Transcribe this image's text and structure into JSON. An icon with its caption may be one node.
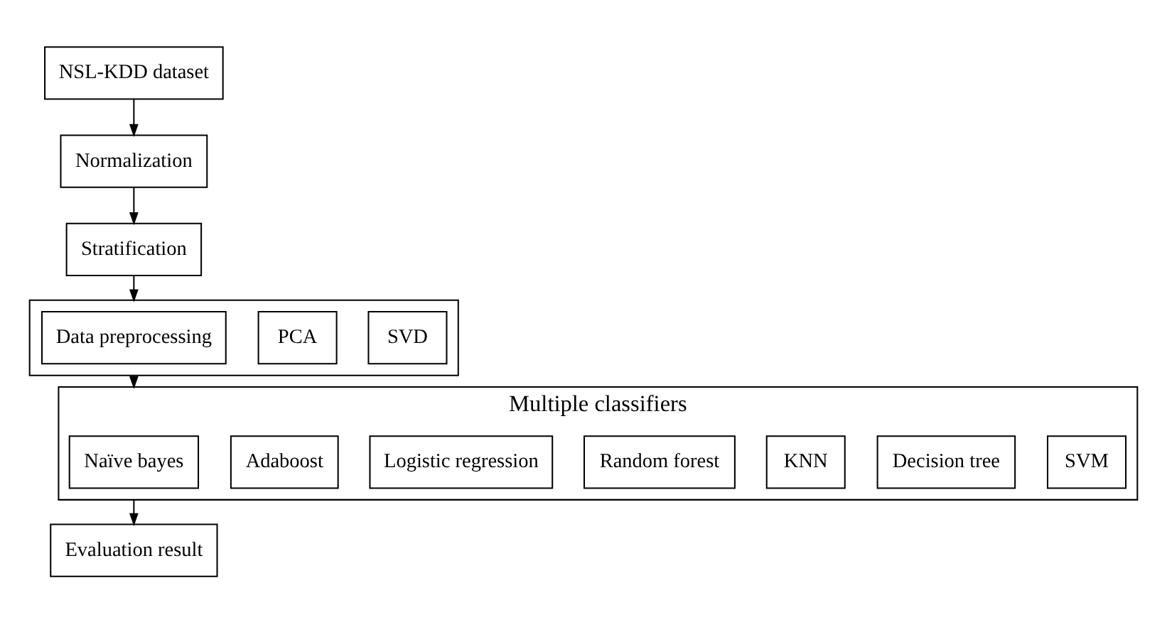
{
  "diagram": {
    "nodes": [
      {
        "text": [
          "NSL-KDD dataset"
        ]
      },
      {
        "text": [
          "Normalization"
        ]
      },
      {
        "text": [
          "Stratification"
        ]
      },
      {
        "text": [],
        "shape": "box"
      },
      {
        "text": [
          "Data preprocessing"
        ],
        "in": 3
      },
      {
        "text": [
          "PCA"
        ],
        "in": 3
      },
      {
        "text": [
          "SVD"
        ],
        "in": 3
      },
      {
        "text": [
          "Multiple classifiers"
        ]
      },
      {
        "text": [
          "Naïve bayes"
        ],
        "in": 7
      },
      {
        "text": [
          "Adaboost"
        ],
        "in": 7
      },
      {
        "text": [
          "Logistic regression"
        ],
        "in": 7
      },
      {
        "text": [
          "Random forest"
        ],
        "in": 7
      },
      {
        "text": [
          "KNN"
        ],
        "in": 7
      },
      {
        "text": [
          "Decision tree"
        ],
        "in": 7
      },
      {
        "text": [
          "SVM"
        ],
        "in": 7
      },
      {
        "text": [
          "Evaluation result"
        ]
      }
    ],
    "edges": [
      {
        "from": 0,
        "to": 1,
        "arrow": "to"
      },
      {
        "from": 1,
        "to": 2,
        "arrow": "to"
      },
      {
        "from": 2,
        "to": 3,
        "arrow": "to"
      },
      {
        "from": 3,
        "to": 7,
        "arrow": "to"
      },
      {
        "from": 7,
        "to": 15,
        "arrow": "to"
      }
    ]
  }
}
